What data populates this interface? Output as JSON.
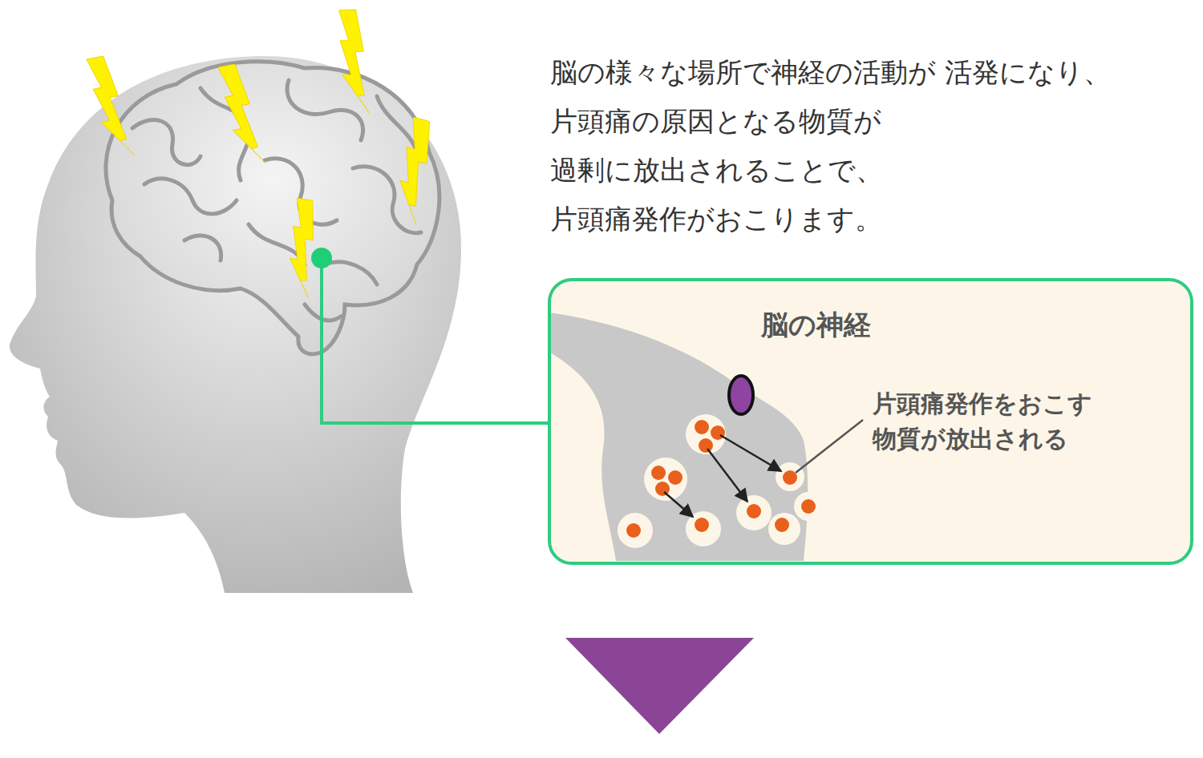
{
  "diagram": {
    "nodes": [
      {
        "text": [
          "脳の神経"
        ]
      }
    ],
    "labels": [
      "脳の様々な場所で神経の活動が 活発になり、片頭痛の原因となる物質が 過剰に放出されることで、 片頭痛発作がおこります。",
      "片頭痛発作をおこす 物質が放出される"
    ]
  }
}
